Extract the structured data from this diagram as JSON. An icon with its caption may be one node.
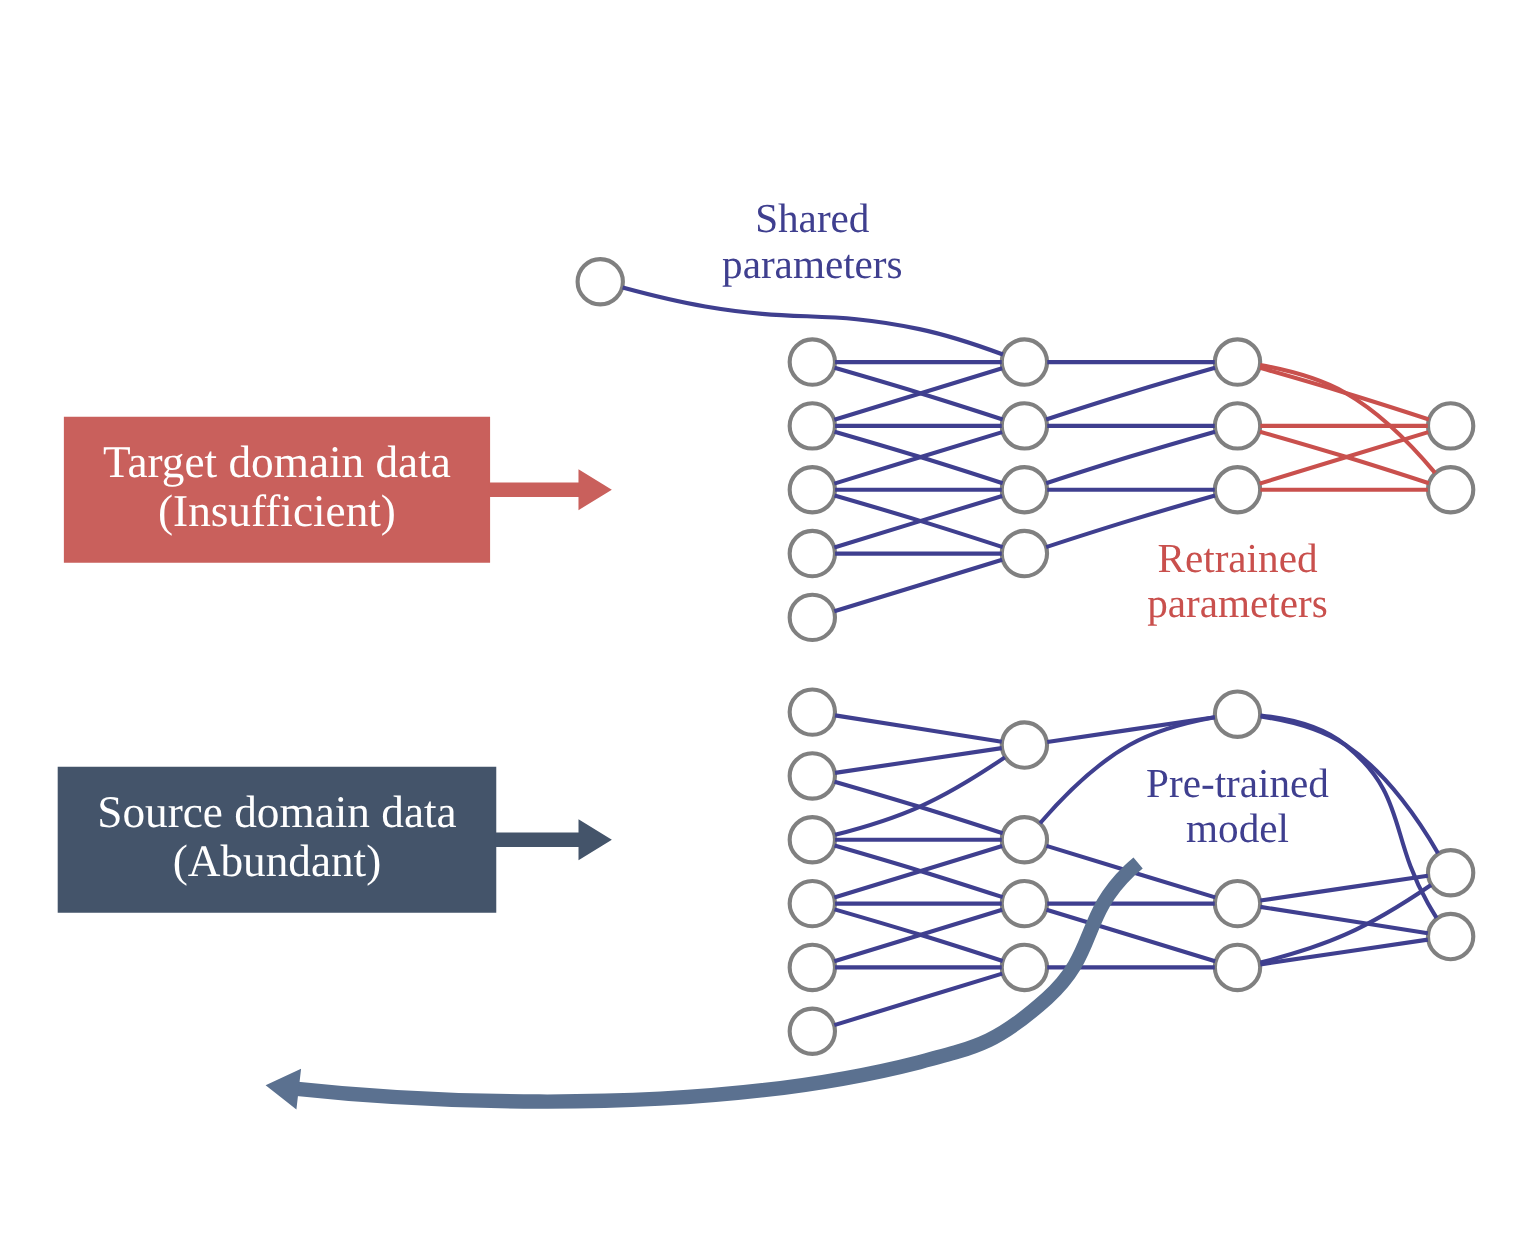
{
  "diagram": {
    "nodes": [
      {
        "text": [
          "Source domain data (Abundant)"
        ]
      },
      {
        "text": [],
        "shape": "circle"
      },
      {
        "text": [],
        "shape": "circle"
      },
      {
        "text": [],
        "shape": "circle"
      },
      {
        "text": [],
        "shape": "circle"
      },
      {
        "text": [],
        "shape": "circle"
      },
      {
        "text": [],
        "shape": "circle"
      },
      {
        "text": [],
        "shape": "circle"
      },
      {
        "text": [],
        "shape": "circle"
      },
      {
        "text": [],
        "shape": "circle"
      },
      {
        "text": [],
        "shape": "circle"
      },
      {
        "text": [],
        "shape": "circle"
      },
      {
        "text": [],
        "shape": "circle"
      },
      {
        "text": [],
        "shape": "circle"
      },
      {
        "text": [],
        "shape": "circle"
      },
      {
        "text": [],
        "shape": "circle"
      },
      {
        "text": [
          "Pre-trained model"
        ]
      },
      {
        "text": [
          "Target domain data (Insufficient)"
        ]
      },
      {
        "text": [],
        "shape": "circle"
      },
      {
        "text": [],
        "shape": "circle"
      },
      {
        "text": [],
        "shape": "circle"
      },
      {
        "text": [],
        "shape": "circle"
      },
      {
        "text": [],
        "shape": "circle"
      },
      {
        "text": [],
        "shape": "circle"
      },
      {
        "text": [],
        "shape": "circle"
      },
      {
        "text": [],
        "shape": "circle"
      },
      {
        "text": [],
        "shape": "circle"
      },
      {
        "text": [],
        "shape": "circle"
      },
      {
        "text": [],
        "shape": "circle"
      },
      {
        "text": [],
        "shape": "circle"
      },
      {
        "text": [],
        "shape": "circle"
      },
      {
        "text": [],
        "shape": "circle"
      },
      {
        "text": [],
        "shape": "circle"
      }
    ],
    "edges": [
      {
        "from": 0,
        "to": null,
        "arrow": "to",
        "style": "thick",
        "color": "#44546a"
      },
      {
        "from": 1,
        "to": 7,
        "arrow": "none"
      },
      {
        "from": 2,
        "to": 7,
        "arrow": "none"
      },
      {
        "from": 2,
        "to": 8,
        "arrow": "none"
      },
      {
        "from": 3,
        "to": 7,
        "arrow": "none"
      },
      {
        "from": 3,
        "to": 8,
        "arrow": "none"
      },
      {
        "from": 3,
        "to": 9,
        "arrow": "none"
      },
      {
        "from": 4,
        "to": 8,
        "arrow": "none"
      },
      {
        "from": 4,
        "to": 9,
        "arrow": "none"
      },
      {
        "from": 4,
        "to": 10,
        "arrow": "none"
      },
      {
        "from": 5,
        "to": 9,
        "arrow": "none"
      },
      {
        "from": 5,
        "to": 10,
        "arrow": "none"
      },
      {
        "from": 6,
        "to": 10,
        "arrow": "none"
      },
      {
        "from": 7,
        "to": 11,
        "arrow": "none"
      },
      {
        "from": 8,
        "to": 11,
        "arrow": "none"
      },
      {
        "from": 8,
        "to": 12,
        "arrow": "none"
      },
      {
        "from": 9,
        "to": 12,
        "arrow": "none"
      },
      {
        "from": 9,
        "to": 13,
        "arrow": "none"
      },
      {
        "from": 10,
        "to": 13,
        "arrow": "none"
      },
      {
        "from": 11,
        "to": 14,
        "arrow": "none"
      },
      {
        "from": 11,
        "to": 15,
        "arrow": "none"
      },
      {
        "from": 12,
        "to": 14,
        "arrow": "none"
      },
      {
        "from": 12,
        "to": 15,
        "arrow": "none"
      },
      {
        "from": 13,
        "to": 14,
        "arrow": "none"
      },
      {
        "from": 13,
        "to": 15,
        "arrow": "none"
      },
      {
        "from": 16,
        "to": null,
        "arrow": "to",
        "style": "thick",
        "color": "#5b7190"
      },
      {
        "from": 17,
        "to": null,
        "arrow": "to",
        "style": "thick",
        "color": "#c9605c"
      },
      {
        "from": 18,
        "to": 24,
        "arrow": "none"
      },
      {
        "from": 19,
        "to": 24,
        "arrow": "none"
      },
      {
        "from": 19,
        "to": 25,
        "arrow": "none"
      },
      {
        "from": 20,
        "to": 24,
        "arrow": "none"
      },
      {
        "from": 20,
        "to": 25,
        "arrow": "none"
      },
      {
        "from": 20,
        "to": 26,
        "arrow": "none"
      },
      {
        "from": 21,
        "to": 25,
        "arrow": "none"
      },
      {
        "from": 21,
        "to": 26,
        "arrow": "none"
      },
      {
        "from": 21,
        "to": 27,
        "arrow": "none"
      },
      {
        "from": 22,
        "to": 26,
        "arrow": "none"
      },
      {
        "from": 22,
        "to": 27,
        "arrow": "none"
      },
      {
        "from": 23,
        "to": 27,
        "arrow": "none"
      },
      {
        "from": 24,
        "to": 28,
        "arrow": "none"
      },
      {
        "from": 25,
        "to": 28,
        "arrow": "none"
      },
      {
        "from": 25,
        "to": 29,
        "arrow": "none"
      },
      {
        "from": 26,
        "to": 29,
        "arrow": "none"
      },
      {
        "from": 26,
        "to": 30,
        "arrow": "none"
      },
      {
        "from": 27,
        "to": 30,
        "arrow": "none"
      },
      {
        "from": 28,
        "to": 31,
        "arrow": "none",
        "color": "#c9504d"
      },
      {
        "from": 28,
        "to": 32,
        "arrow": "none",
        "color": "#c9504d"
      },
      {
        "from": 29,
        "to": 31,
        "arrow": "none",
        "color": "#c9504d"
      },
      {
        "from": 29,
        "to": 32,
        "arrow": "none",
        "color": "#c9504d"
      },
      {
        "from": 30,
        "to": 31,
        "arrow": "none",
        "color": "#c9504d"
      },
      {
        "from": 30,
        "to": 32,
        "arrow": "none",
        "color": "#c9504d"
      }
    ],
    "labels": [
      "Shared parameters",
      "Retrained parameters"
    ]
  }
}
